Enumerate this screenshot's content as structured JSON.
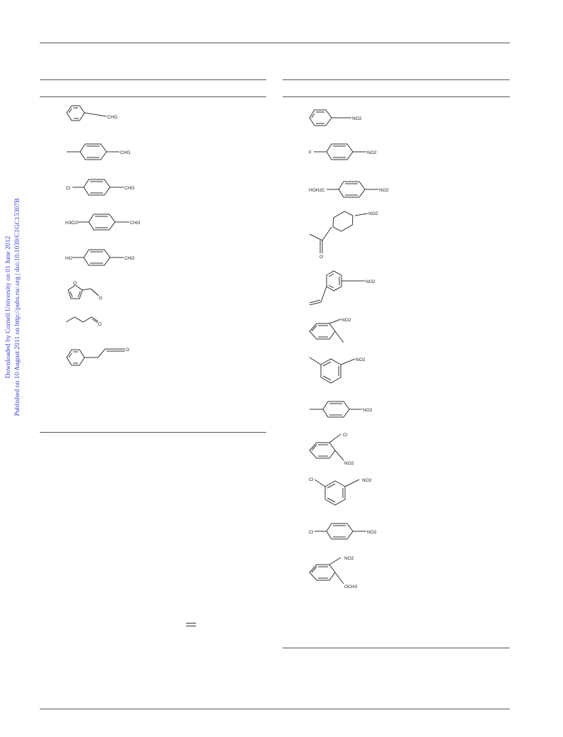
{
  "side_note": {
    "line1": "Downloaded by Cornell University on 01 June 2012",
    "line2": "Published on 10 August 2011 on http://pubs.rsc.org | doi:10.1039/C1GC15307B",
    "color": "#3a3ad0"
  },
  "left_table": {
    "structures": [
      {
        "name": "benzaldehyde",
        "labels": [
          "CHO"
        ]
      },
      {
        "name": "4-methylbenzaldehyde",
        "labels": [
          "CHO"
        ]
      },
      {
        "name": "4-chlorobenzaldehyde",
        "labels": [
          "Cl",
          "CHO"
        ]
      },
      {
        "name": "4-methoxybenzaldehyde",
        "labels": [
          "H3CO",
          "CHO"
        ]
      },
      {
        "name": "4-hydroxybenzaldehyde",
        "labels": [
          "HO",
          "CHO"
        ]
      },
      {
        "name": "furfural",
        "labels": [
          "O",
          "O"
        ]
      },
      {
        "name": "butanal",
        "labels": [
          "O"
        ]
      },
      {
        "name": "phenylacetaldehyde",
        "labels": [
          "O"
        ]
      }
    ]
  },
  "right_table": {
    "structures": [
      {
        "name": "nitrobenzene",
        "labels": [
          "NO2"
        ]
      },
      {
        "name": "4-fluoronitrobenzene",
        "labels": [
          "F",
          "NO2"
        ]
      },
      {
        "name": "4-nitrobenzyl alcohol",
        "labels": [
          "HOH2C",
          "NO2"
        ]
      },
      {
        "name": "4-nitroacetophenone",
        "labels": [
          "NO2",
          "O"
        ]
      },
      {
        "name": "3-nitrostyrene",
        "labels": [
          "NO2"
        ]
      },
      {
        "name": "2-nitrotoluene",
        "labels": [
          "NO2"
        ]
      },
      {
        "name": "3-nitrotoluene",
        "labels": [
          "NO2"
        ]
      },
      {
        "name": "4-nitrotoluene",
        "labels": [
          "NO2"
        ]
      },
      {
        "name": "2-chloronitrobenzene",
        "labels": [
          "Cl",
          "NO2"
        ]
      },
      {
        "name": "3-chloronitrobenzene",
        "labels": [
          "Cl",
          "NO2"
        ]
      },
      {
        "name": "4-chloronitrobenzene",
        "labels": [
          "Cl",
          "NO2"
        ]
      },
      {
        "name": "2-nitroanisole",
        "labels": [
          "NO2",
          "OCH3"
        ]
      }
    ]
  }
}
